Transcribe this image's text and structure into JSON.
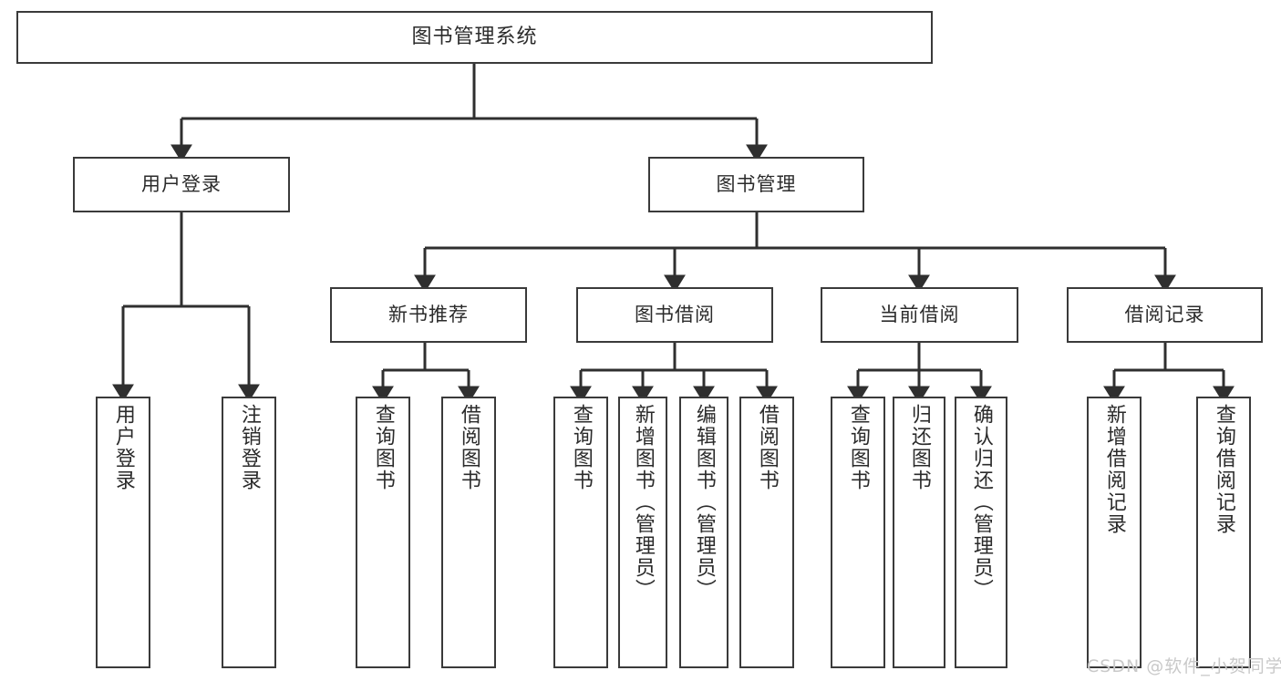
{
  "diagram": {
    "type": "tree-hierarchy-diagram",
    "title": "图书管理系统",
    "orientation": "top-down",
    "colors": {
      "box_border": "#3a3a3a",
      "box_fill": "#ffffff",
      "connector": "#2f2f2f",
      "text": "#2b2b2b",
      "watermark": "#c9c9c9",
      "background": "#ffffff"
    }
  },
  "nodes": {
    "root": {
      "label": "图书管理系统",
      "level": 0
    },
    "level1": [
      {
        "id": "user-login",
        "label": "用户登录"
      },
      {
        "id": "book-management",
        "label": "图书管理"
      }
    ],
    "level2": [
      {
        "id": "new-book-recommend",
        "label": "新书推荐",
        "parent": "book-management"
      },
      {
        "id": "book-borrow",
        "label": "图书借阅",
        "parent": "book-management"
      },
      {
        "id": "current-borrow",
        "label": "当前借阅",
        "parent": "book-management"
      },
      {
        "id": "borrow-record",
        "label": "借阅记录",
        "parent": "book-management"
      }
    ],
    "leaves": [
      {
        "id": "leaf-user-login",
        "label": "用户登录",
        "parent": "user-login"
      },
      {
        "id": "leaf-logout-login",
        "label": "注销登录",
        "parent": "user-login"
      },
      {
        "id": "leaf-query-book-1",
        "label": "查询图书",
        "parent": "new-book-recommend"
      },
      {
        "id": "leaf-borrow-book-1",
        "label": "借阅图书",
        "parent": "new-book-recommend"
      },
      {
        "id": "leaf-query-book-2",
        "label": "查询图书",
        "parent": "book-borrow"
      },
      {
        "id": "leaf-add-book",
        "label": "新增图书（管理员）",
        "parent": "book-borrow"
      },
      {
        "id": "leaf-edit-book",
        "label": "编辑图书（管理员）",
        "parent": "book-borrow"
      },
      {
        "id": "leaf-borrow-book-2",
        "label": "借阅图书",
        "parent": "book-borrow"
      },
      {
        "id": "leaf-query-book-3",
        "label": "查询图书",
        "parent": "current-borrow"
      },
      {
        "id": "leaf-return-book",
        "label": "归还图书",
        "parent": "current-borrow"
      },
      {
        "id": "leaf-confirm-return",
        "label": "确认归还（管理员）",
        "parent": "current-borrow"
      },
      {
        "id": "leaf-add-record",
        "label": "新增借阅记录",
        "parent": "borrow-record"
      },
      {
        "id": "leaf-query-record",
        "label": "查询借阅记录",
        "parent": "borrow-record"
      }
    ]
  },
  "watermark": {
    "text": "CSDN @软件_小贺同学"
  }
}
